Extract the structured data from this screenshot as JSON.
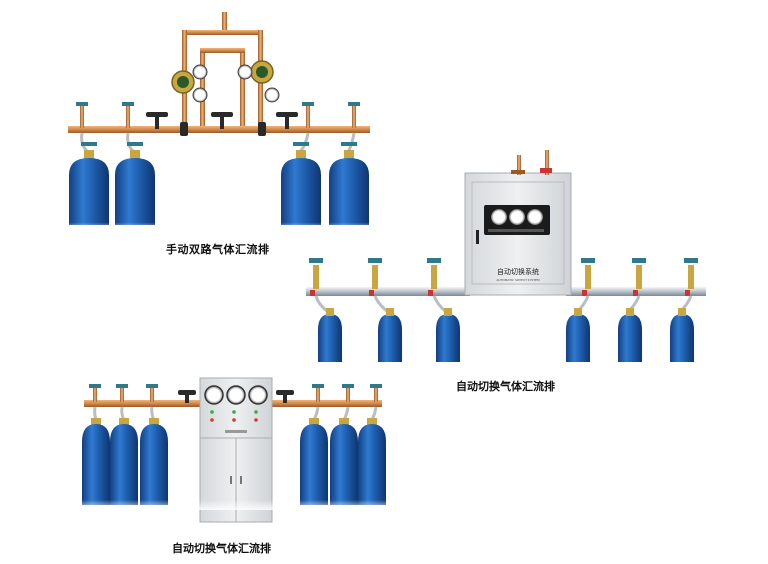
{
  "captions": {
    "manual_dual": "手动双路气体汇流排",
    "auto_switch_right": "自动切换气体汇流排",
    "auto_switch_bottom": "自动切换气体汇流排"
  },
  "panel_right": {
    "label": "自动切换系统",
    "sublabel": "AUTOMATIC SWITCH SYSTEM"
  },
  "colors": {
    "cylinder": "#1e5fae",
    "copper": "#d08a4c",
    "brass": "#c9a640",
    "cabinet": "#e4e6e8",
    "valve": "#2a2a2a"
  }
}
